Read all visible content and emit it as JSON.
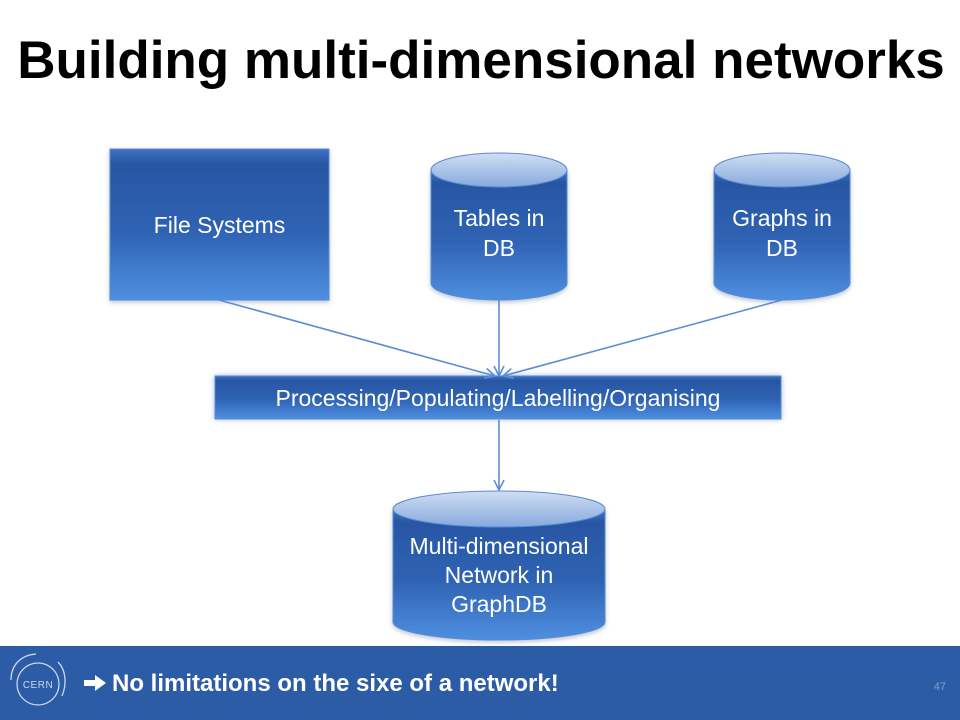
{
  "slide": {
    "title": "Building multi-dimensional networks",
    "page_number": "47"
  },
  "diagram": {
    "file_systems": {
      "lines": [
        "File Systems"
      ]
    },
    "tables_db": {
      "lines": [
        "Tables in",
        "DB"
      ]
    },
    "graphs_db": {
      "lines": [
        "Graphs in",
        "DB"
      ]
    },
    "processing": {
      "label": "Processing/Populating/Labelling/Organising"
    },
    "graphdb": {
      "lines": [
        "Multi-dimensional",
        "Network in",
        "GraphDB"
      ]
    }
  },
  "footer": {
    "logo_icon": "cern-logo-icon",
    "logo_text": "CERN",
    "bullet_icon": "arrow-right-icon",
    "message": "No limitations on the sixe of a network!"
  },
  "colors": {
    "title": "#000000",
    "shape_top": "#3d72c4",
    "shape_dark": "#2856a4",
    "shape_mid": "#2f63b4",
    "shape_light": "#4f8fe0",
    "shape_border": "#5a8ad4",
    "cap_light": "#d0def3",
    "cap_dark": "#86aadd",
    "shape_text": "#ffffff",
    "arrow": "#5b8ed6",
    "footer_bg": "#2d5ca7",
    "footer_text": "#ffffff",
    "logo": "#c9d8ef",
    "page_number": "#7f9fcf"
  }
}
